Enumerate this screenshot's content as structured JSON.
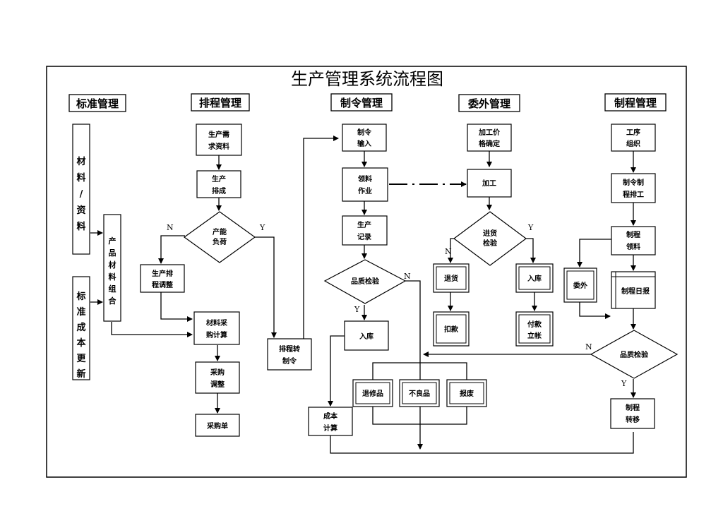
{
  "title": "生产管理系统流程图",
  "headers": {
    "standard": "标准管理",
    "schedule": "排程管理",
    "order": "制令管理",
    "outsource": "委外管理",
    "process": "制程管理"
  },
  "standard": {
    "material_data": "材料/资料",
    "std_cost_update": "标准成本更新",
    "product_material_combo": "产品材料组合"
  },
  "schedule": {
    "demand_data": [
      "生产需",
      "求资料"
    ],
    "production_schedule": [
      "生产",
      "排成"
    ],
    "capacity_load": [
      "产能",
      "负荷"
    ],
    "production_adjust": [
      "生产排",
      "程调整"
    ],
    "material_purchase_calc": [
      "材料采",
      "购计算"
    ],
    "purchase_adjust": [
      "采购",
      "调整"
    ],
    "purchase_order": "采购单",
    "schedule_to_order": [
      "排程转",
      "制令"
    ]
  },
  "order": {
    "order_input": [
      "制令",
      "输入"
    ],
    "material_issue": [
      "领料",
      "作业"
    ],
    "production_record": [
      "生产",
      "记录"
    ],
    "quality_check": "品质检验",
    "warehouse_in": "入库",
    "rework": "退修品",
    "defective": "不良品",
    "scrap": "报废",
    "cost_calc": [
      "成本",
      "计算"
    ]
  },
  "outsource": {
    "price_confirm": [
      "加工价",
      "格确定"
    ],
    "processing": "加工",
    "incoming_check": [
      "进货",
      "检验"
    ],
    "return_goods": "退货",
    "deduction": "扣款",
    "warehouse_in": "入库",
    "payment": [
      "付款",
      "立帐"
    ]
  },
  "process": {
    "process_org": [
      "工序",
      "组织"
    ],
    "order_process_schedule": [
      "制令制",
      "程排工"
    ],
    "process_material": [
      "制程",
      "领料"
    ],
    "outsource": "委外",
    "daily_report": "制程日报",
    "quality_check": "品质检验",
    "process_transfer": [
      "制程",
      "转移"
    ]
  },
  "decision_labels": {
    "yes": "Y",
    "no": "N"
  }
}
